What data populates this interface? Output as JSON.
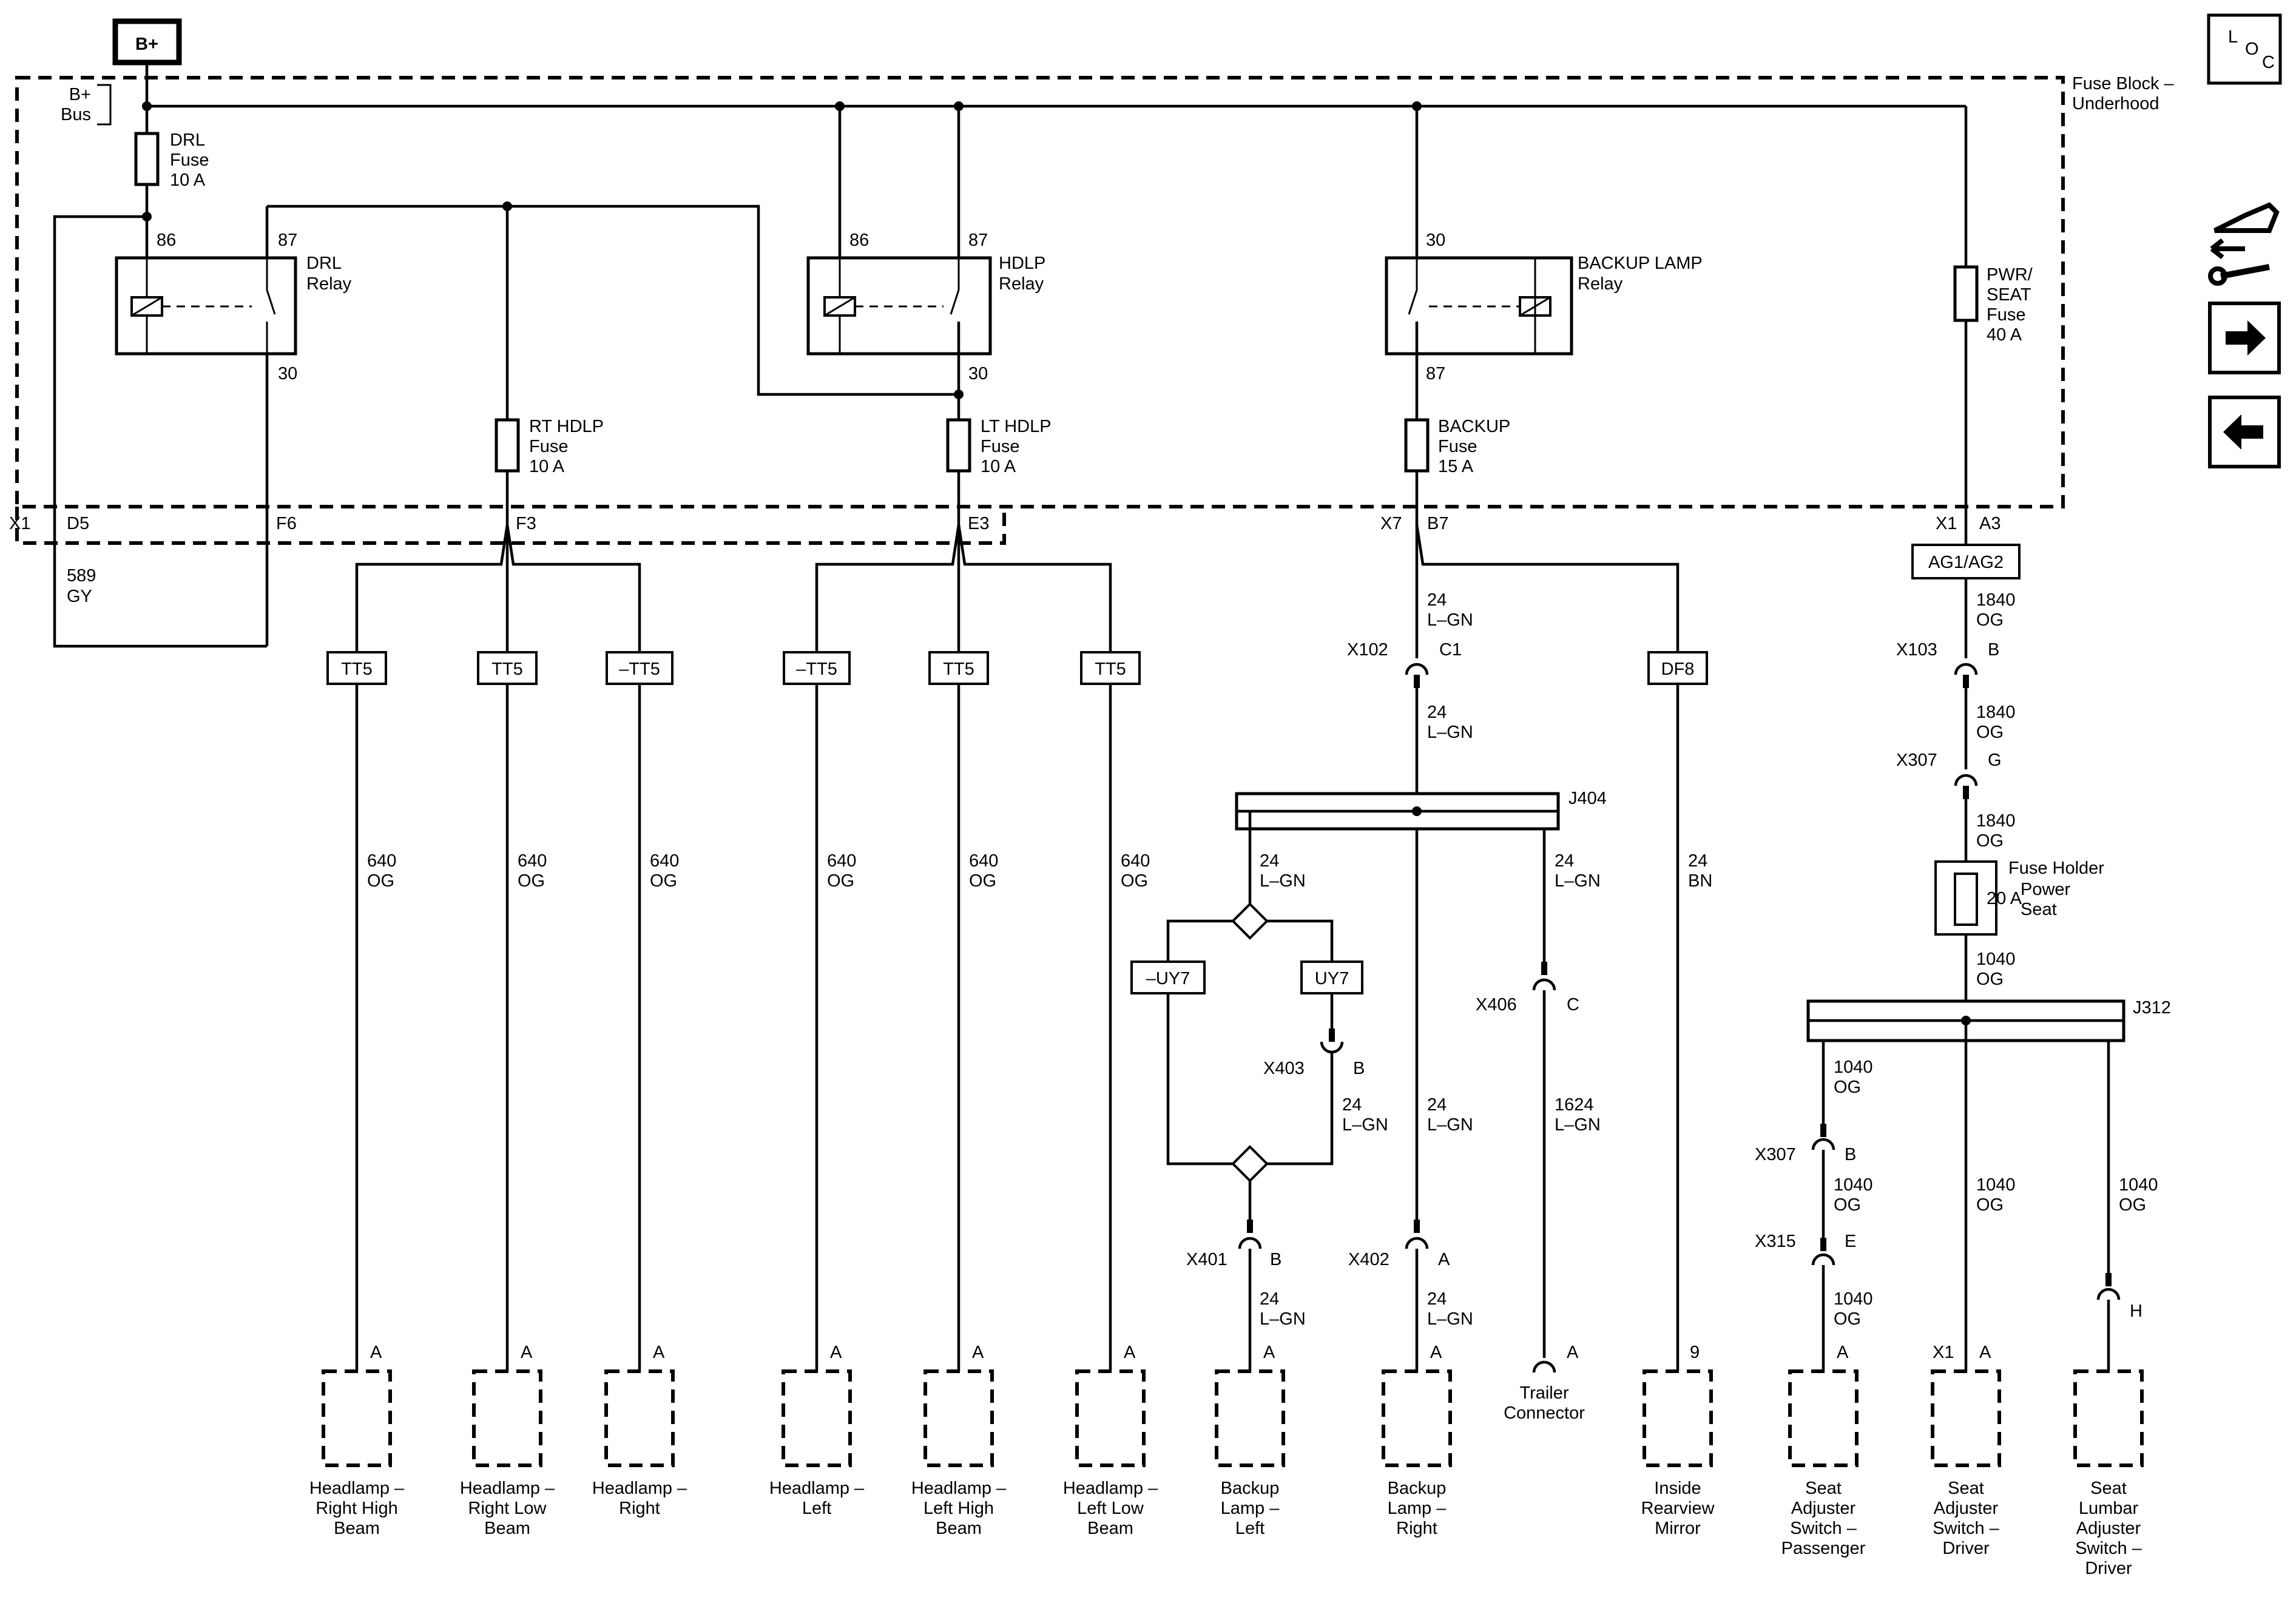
{
  "power": {
    "bplus_label": "B+",
    "bus_label_1": "B+",
    "bus_label_2": "Bus"
  },
  "fuse_block": {
    "label_1": "Fuse Block –",
    "label_2": "Underhood"
  },
  "loc_icon": {
    "l": "L",
    "o": "O",
    "c": "C"
  },
  "nav": {
    "back_icon": "arrow-left-icon",
    "forward_icon": "arrow-right-icon",
    "tools_icon": "tools-icon"
  },
  "fuses": {
    "drl": [
      "DRL",
      "Fuse",
      "10 A"
    ],
    "rt_hdlp": [
      "RT HDLP",
      "Fuse",
      "10 A"
    ],
    "lt_hdlp": [
      "LT HDLP",
      "Fuse",
      "10 A"
    ],
    "backup": [
      "BACKUP",
      "Fuse",
      "15 A"
    ],
    "pwr_seat": [
      "PWR/",
      "SEAT",
      "Fuse",
      "40 A"
    ]
  },
  "relays": {
    "drl": {
      "name": [
        "DRL",
        "Relay"
      ],
      "pin_a": "86",
      "pin_b": "87",
      "pin_c": "30"
    },
    "hdlp": {
      "name": [
        "HDLP",
        "Relay"
      ],
      "pin_a": "86",
      "pin_b": "87",
      "pin_c": "30"
    },
    "backup": {
      "name": [
        "BACKUP LAMP",
        "Relay"
      ],
      "pin_a": "30",
      "pin_b": "87"
    }
  },
  "connector_pins": {
    "x1": "X1",
    "d5": "D5",
    "f6": "F6",
    "f3": "F3",
    "e3": "E3",
    "x7": "X7",
    "b7": "B7",
    "x1b": "X1",
    "a3": "A3"
  },
  "wires": {
    "w589": [
      "589",
      "GY"
    ],
    "w24": [
      "24",
      "L–GN"
    ],
    "w640": [
      "640",
      "OG"
    ],
    "w24bn": [
      "24",
      "BN"
    ],
    "w1624": [
      "1624",
      "L–GN"
    ],
    "w1840": [
      "1840",
      "OG"
    ],
    "w1040": [
      "1040",
      "OG"
    ]
  },
  "splice_labels": {
    "tt5": "TT5",
    "ntt5": "–TT5",
    "uy7": "UY7",
    "nuy7": "–UY7",
    "df8": "DF8",
    "ag": "AG1/AG2",
    "j404": "J404",
    "j312": "J312"
  },
  "inline_connectors": {
    "x102": [
      "X102",
      "C1"
    ],
    "x103": [
      "X103",
      "B"
    ],
    "x307a": [
      "X307",
      "G"
    ],
    "x403": [
      "X403",
      "B"
    ],
    "x406": [
      "X406",
      "C"
    ],
    "x401": [
      "X401",
      "B"
    ],
    "x402": [
      "X402",
      "A"
    ],
    "x307b": [
      "X307",
      "B"
    ],
    "x315": [
      "X315",
      "E"
    ]
  },
  "fuse_holder": {
    "label": [
      "Fuse Holder",
      "Power",
      "Seat"
    ],
    "rating": "20 A"
  },
  "pin_labels": {
    "a": "A",
    "nine": "9",
    "h": "H",
    "x1": "X1"
  },
  "components": {
    "c1": [
      "Headlamp –",
      "Right High",
      "Beam"
    ],
    "c2": [
      "Headlamp –",
      "Right Low",
      "Beam"
    ],
    "c3": [
      "Headlamp –",
      "Right"
    ],
    "c4": [
      "Headlamp –",
      "Left"
    ],
    "c5": [
      "Headlamp –",
      "Left High",
      "Beam"
    ],
    "c6": [
      "Headlamp –",
      "Left Low",
      "Beam"
    ],
    "c7": [
      "Backup",
      "Lamp –",
      "Left"
    ],
    "c8": [
      "Backup",
      "Lamp –",
      "Right"
    ],
    "c9": [
      "Trailer",
      "Connector"
    ],
    "c10": [
      "Inside",
      "Rearview",
      "Mirror"
    ],
    "c11": [
      "Seat",
      "Adjuster",
      "Switch –",
      "Passenger"
    ],
    "c12": [
      "Seat",
      "Adjuster",
      "Switch –",
      "Driver"
    ],
    "c13": [
      "Seat",
      "Lumbar",
      "Adjuster",
      "Switch –",
      "Driver"
    ]
  }
}
